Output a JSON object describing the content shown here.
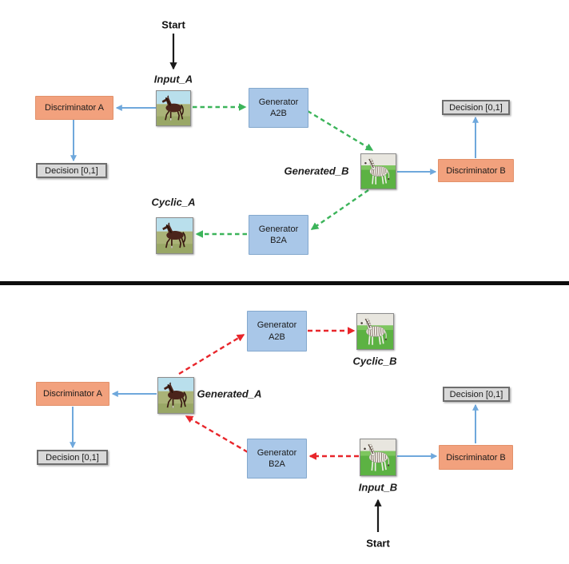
{
  "labels": {
    "start": "Start",
    "generator": "Generator",
    "a2b": "A2B",
    "b2a": "B2A",
    "discriminator_a": "Discriminator A",
    "discriminator_b": "Discriminator B",
    "decision": "Decision [0,1]",
    "input_a": "Input_A",
    "input_b": "Input_B",
    "generated_a": "Generated_A",
    "generated_b": "Generated_B",
    "cyclic_a": "Cyclic_A",
    "cyclic_b": "Cyclic_B"
  },
  "images": {
    "horse": "bay-horse-photo",
    "zebra": "zebra-photo"
  },
  "colors": {
    "generator_fill": "#A9C7E8",
    "generator_border": "#84A8CD",
    "discriminator_fill": "#F2A17D",
    "discriminator_border": "#E2916A",
    "decision_fill": "#D9D9D9",
    "decision_border": "#6E6E6E",
    "arrow_blue": "#6FA8DC",
    "arrow_green": "#3CB45A",
    "arrow_red": "#E8262B",
    "arrow_black": "#1A1A1A",
    "divider": "#0D0D0D"
  },
  "top_flow": {
    "edges": [
      {
        "from": "Start",
        "to": "Input_A",
        "style": "solid",
        "color": "black"
      },
      {
        "from": "Input_A",
        "to": "Discriminator A",
        "style": "solid",
        "color": "blue"
      },
      {
        "from": "Discriminator A",
        "to": "Decision [0,1]",
        "style": "solid",
        "color": "blue"
      },
      {
        "from": "Input_A",
        "to": "Generator A2B",
        "style": "dashed",
        "color": "green"
      },
      {
        "from": "Generator A2B",
        "to": "Generated_B",
        "style": "dashed",
        "color": "green"
      },
      {
        "from": "Generated_B",
        "to": "Generator B2A",
        "style": "dashed",
        "color": "green"
      },
      {
        "from": "Generator B2A",
        "to": "Cyclic_A",
        "style": "dashed",
        "color": "green"
      },
      {
        "from": "Generated_B",
        "to": "Discriminator B",
        "style": "solid",
        "color": "blue"
      },
      {
        "from": "Discriminator B",
        "to": "Decision [0,1]",
        "style": "solid",
        "color": "blue"
      }
    ]
  },
  "bottom_flow": {
    "edges": [
      {
        "from": "Start",
        "to": "Input_B",
        "style": "solid",
        "color": "black"
      },
      {
        "from": "Input_B",
        "to": "Generator B2A",
        "style": "dashed",
        "color": "red"
      },
      {
        "from": "Generator B2A",
        "to": "Generated_A",
        "style": "dashed",
        "color": "red"
      },
      {
        "from": "Generated_A",
        "to": "Generator A2B",
        "style": "dashed",
        "color": "red"
      },
      {
        "from": "Generator A2B",
        "to": "Cyclic_B",
        "style": "dashed",
        "color": "red"
      },
      {
        "from": "Generated_A",
        "to": "Discriminator A",
        "style": "solid",
        "color": "blue"
      },
      {
        "from": "Discriminator A",
        "to": "Decision [0,1]",
        "style": "solid",
        "color": "blue"
      },
      {
        "from": "Input_B",
        "to": "Discriminator B",
        "style": "solid",
        "color": "blue"
      },
      {
        "from": "Discriminator B",
        "to": "Decision [0,1]",
        "style": "solid",
        "color": "blue"
      }
    ]
  }
}
